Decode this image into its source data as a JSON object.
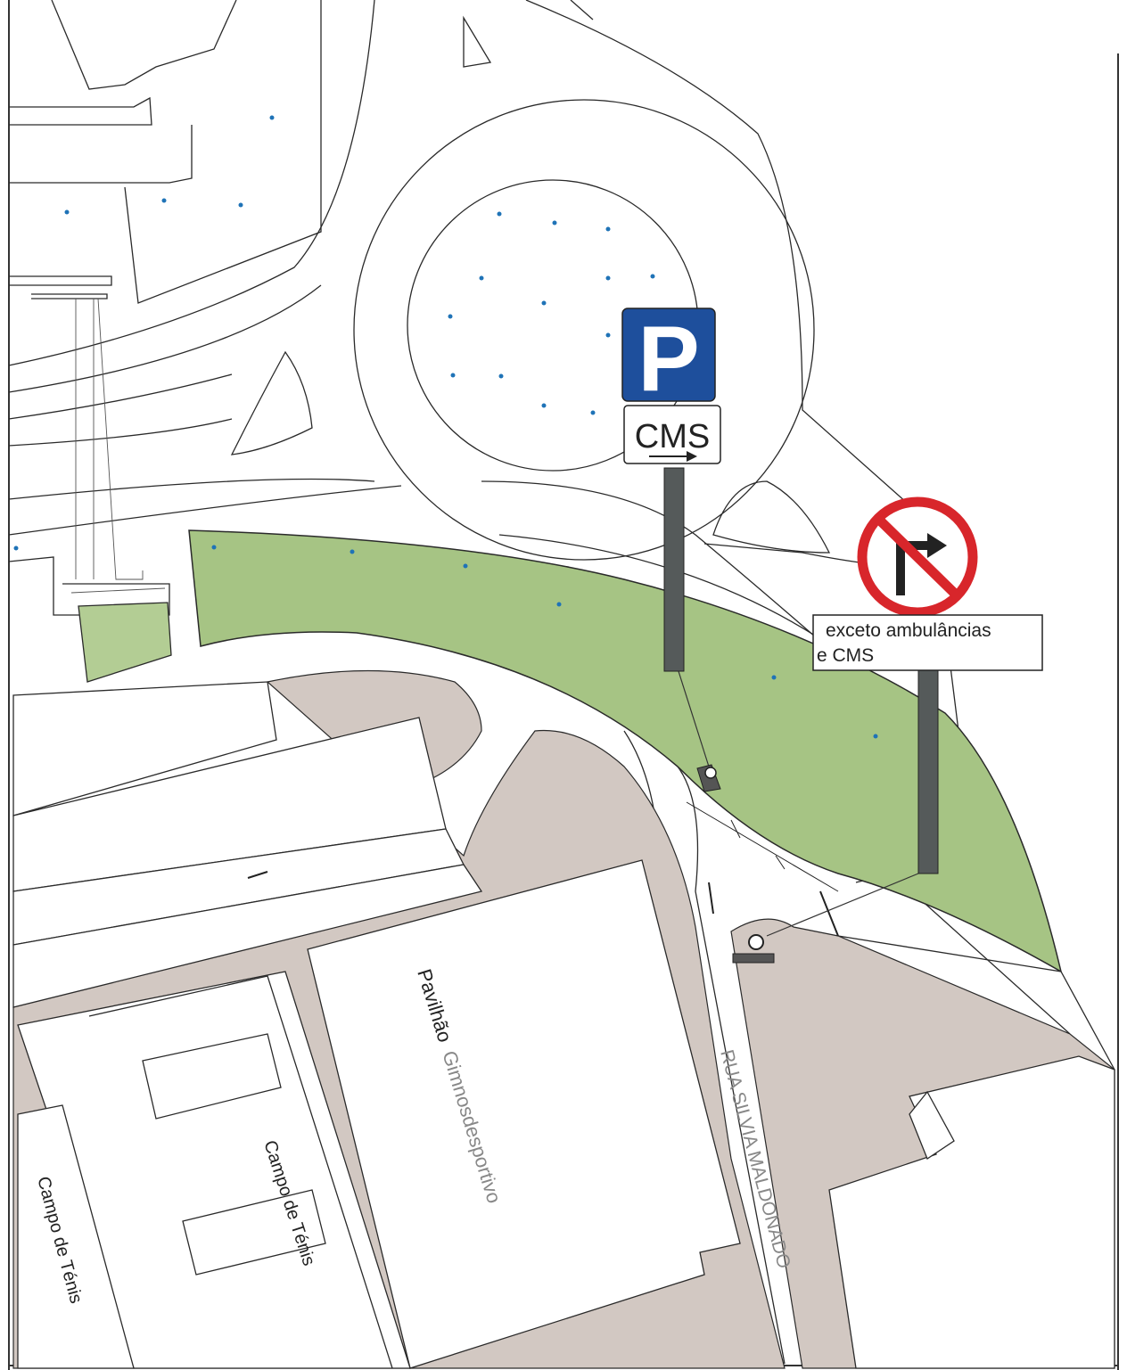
{
  "signs": {
    "parking": {
      "symbol": "P",
      "plate_text": "CMS",
      "plate_arrow": "arrow-right-icon",
      "color": "#1e4f9c"
    },
    "no_right_turn": {
      "icon": "no-right-turn-icon",
      "plate_line1": "exceto ambulâncias",
      "plate_line2": "e CMS",
      "ring_color": "#d8262b"
    }
  },
  "labels": {
    "pavilhao": "Pavilhão",
    "gimnodesportivo": "Gimnosdesportivo",
    "street": "RUA SILVIA MALDONADO",
    "campo1": "Campo de Ténis",
    "campo2": "Campo de Ténis"
  },
  "colors": {
    "green_area": "#a6c484",
    "plaza": "#d2c8c2",
    "tree_dots": "#1f73b7"
  }
}
